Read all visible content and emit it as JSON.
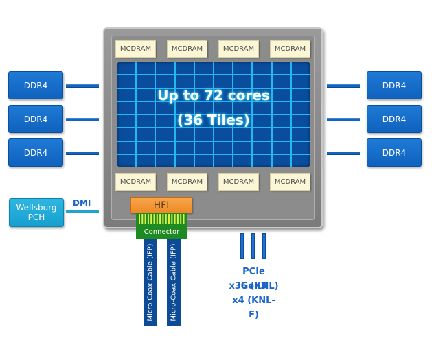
{
  "title": "Knights Landing platform block diagram",
  "left_memory": [
    {
      "label": "DDR4"
    },
    {
      "label": "DDR4"
    },
    {
      "label": "DDR4"
    }
  ],
  "right_memory": [
    {
      "label": "DDR4"
    },
    {
      "label": "DDR4"
    },
    {
      "label": "DDR4"
    }
  ],
  "mcdram_top": [
    {
      "label": "MCDRAM"
    },
    {
      "label": "MCDRAM"
    },
    {
      "label": "MCDRAM"
    },
    {
      "label": "MCDRAM"
    }
  ],
  "mcdram_bottom": [
    {
      "label": "MCDRAM"
    },
    {
      "label": "MCDRAM"
    },
    {
      "label": "MCDRAM"
    },
    {
      "label": "MCDRAM"
    }
  ],
  "core_grid": {
    "line1": "Up to 72 cores",
    "line2": "(36 Tiles)",
    "columns": 10,
    "rows": 8
  },
  "hfi": {
    "label": "HFI"
  },
  "connector": {
    "label": "Connector"
  },
  "cables": [
    {
      "label": "Micro-Coax Cable (IFP)"
    },
    {
      "label": "Micro-Coax Cable (IFP)"
    }
  ],
  "pch": {
    "line1": "Wellsburg",
    "line2": "PCH"
  },
  "dmi": {
    "label": "DMI"
  },
  "pcie": {
    "line1": "PCIe Gen3",
    "line2": "x36 (KNL)",
    "line3": "x4 (KNL-F)"
  },
  "colors": {
    "ddr4": "#1a6fcc",
    "pch": "#1eaad6",
    "mcdram": "#fbf6d6",
    "hfi": "#f29433",
    "connector": "#1e8a22",
    "cable": "#0d4b96",
    "grid_bg": "#0a4d9c",
    "grid_line": "#22b8f0",
    "label_blue": "#1a65c7"
  }
}
